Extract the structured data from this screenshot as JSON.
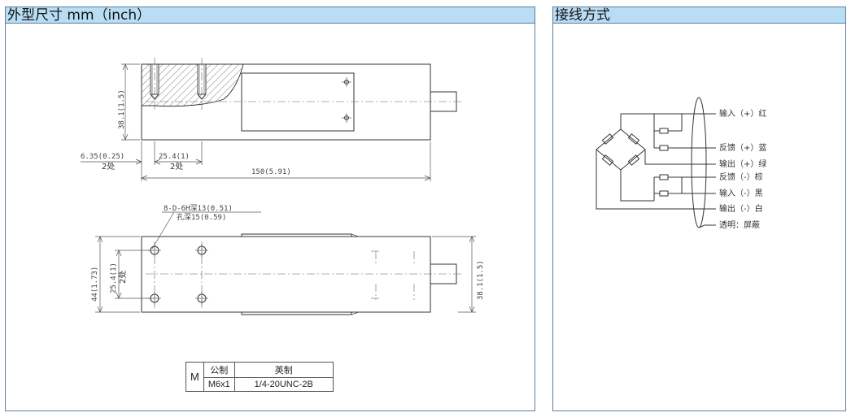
{
  "dimensions_panel": {
    "title": "外型尺寸 mm（inch）",
    "labels": {
      "height_top": "38.1(1.5)",
      "hole_offset": "6.35(0.25)",
      "hole_offset_count": "2处",
      "hole_spacing": "25.4(1)",
      "hole_spacing_count": "2处",
      "length": "150(5.91)",
      "thread_spec": "8-D-6H深13(0.51)",
      "hole_depth": "孔深15(0.59)",
      "width": "44(1.73)",
      "hole_spacing_v": "25.4(1)",
      "hole_spacing_v_count": "2处",
      "height_side": "38.1(1.5)"
    },
    "thread_table": {
      "m_label": "M",
      "metric_header": "公制",
      "imperial_header": "英制",
      "metric_value": "M6x1",
      "imperial_value": "1/4-20UNC-2B"
    }
  },
  "wiring_panel": {
    "title": "接线方式",
    "wires": [
      "输入（+）红",
      "反馈（+）蓝",
      "输出（+）绿",
      "反馈（-）棕",
      "输入（-）黑",
      "输出（-）白",
      "透明：屏蔽"
    ]
  }
}
